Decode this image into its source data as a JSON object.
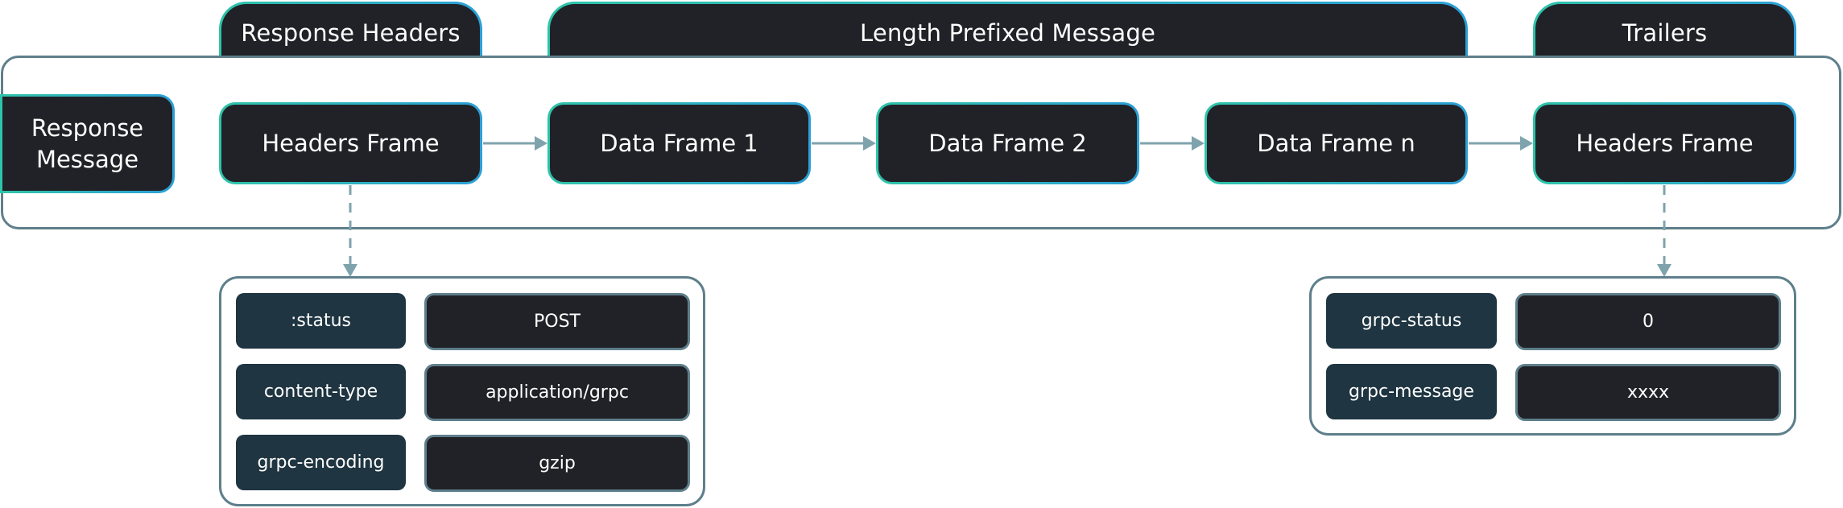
{
  "tabs": [
    {
      "label": "Response Headers"
    },
    {
      "label": "Length Prefixed Message"
    },
    {
      "label": "Trailers"
    }
  ],
  "message_label": "Response\nMessage",
  "frames": [
    {
      "label": "Headers Frame"
    },
    {
      "label": "Data Frame 1"
    },
    {
      "label": "Data Frame 2"
    },
    {
      "label": "Data Frame n"
    },
    {
      "label": "Headers Frame"
    }
  ],
  "response_headers": [
    {
      "key": ":status",
      "value": "POST"
    },
    {
      "key": "content-type",
      "value": "application/grpc"
    },
    {
      "key": "grpc-encoding",
      "value": "gzip"
    }
  ],
  "trailers": [
    {
      "key": "grpc-status",
      "value": "0"
    },
    {
      "key": "grpc-message",
      "value": "xxxx"
    }
  ],
  "colors": {
    "box_fill": "#212227",
    "key_fill": "#1f3541",
    "border_teal": "#2ec4a9",
    "border_blue": "#2c9fd6",
    "outline_gray": "#5e7f8b",
    "arrow": "#7fa3ad"
  }
}
